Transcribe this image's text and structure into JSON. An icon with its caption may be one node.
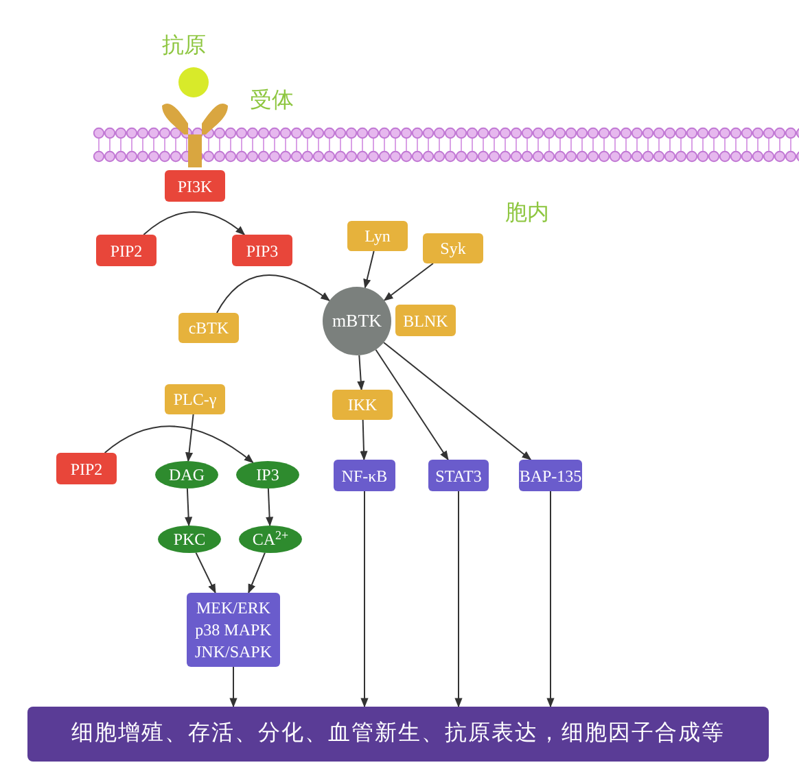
{
  "diagram": {
    "nodes": [
      {
        "text": [
          "PI3K"
        ]
      },
      {
        "text": [
          "PIP2"
        ]
      },
      {
        "text": [
          "PIP3"
        ]
      },
      {
        "text": [
          "Lyn"
        ]
      },
      {
        "text": [
          "Syk"
        ]
      },
      {
        "text": [
          "cBTK"
        ]
      },
      {
        "text": [
          "mBTK"
        ]
      },
      {
        "text": [
          "BLNK"
        ]
      },
      {
        "text": [
          "PLC-γ"
        ]
      },
      {
        "text": [
          "IKK"
        ]
      },
      {
        "text": [
          "PIP2"
        ]
      },
      {
        "text": [
          "DAG"
        ]
      },
      {
        "text": [
          "IP3"
        ]
      },
      {
        "text": [
          "NF-κB"
        ]
      },
      {
        "text": [
          "STAT3"
        ]
      },
      {
        "text": [
          "BAP-135"
        ]
      },
      {
        "text": [
          "PKC"
        ]
      },
      {
        "text": [
          "CA$^{2+}$"
        ]
      },
      {
        "text": [
          "MEK/ERK p38 MAPK JNK/SAPK"
        ]
      },
      {
        "text": [
          "细胞增殖、存活、分化、血管新生、抗原表达，细胞因子合成等"
        ]
      }
    ],
    "edges": [
      {
        "from": 1,
        "to": 2,
        "arrow": "to"
      },
      {
        "from": 5,
        "to": 6,
        "arrow": "to"
      },
      {
        "from": 3,
        "to": 6,
        "arrow": "to"
      },
      {
        "from": 4,
        "to": 6,
        "arrow": "to"
      },
      {
        "from": 6,
        "to": 9,
        "arrow": "to"
      },
      {
        "from": 6,
        "to": 14,
        "arrow": "to"
      },
      {
        "from": 6,
        "to": 15,
        "arrow": "to"
      },
      {
        "from": 10,
        "to": 12,
        "arrow": "to"
      },
      {
        "from": 8,
        "to": 11,
        "arrow": "to"
      },
      {
        "from": 9,
        "to": 13,
        "arrow": "to"
      },
      {
        "from": 11,
        "to": 16,
        "arrow": "to"
      },
      {
        "from": 12,
        "to": 17,
        "arrow": "to"
      },
      {
        "from": 16,
        "to": 18,
        "arrow": "to"
      },
      {
        "from": 17,
        "to": 18,
        "arrow": "to"
      },
      {
        "from": 18,
        "to": 19,
        "arrow": "to"
      },
      {
        "from": 13,
        "to": 19,
        "arrow": "to"
      },
      {
        "from": 14,
        "to": 19,
        "arrow": "to"
      },
      {
        "from": 15,
        "to": 19,
        "arrow": "to"
      }
    ],
    "labels": [
      "抗原",
      "受体",
      "胞内"
    ]
  }
}
